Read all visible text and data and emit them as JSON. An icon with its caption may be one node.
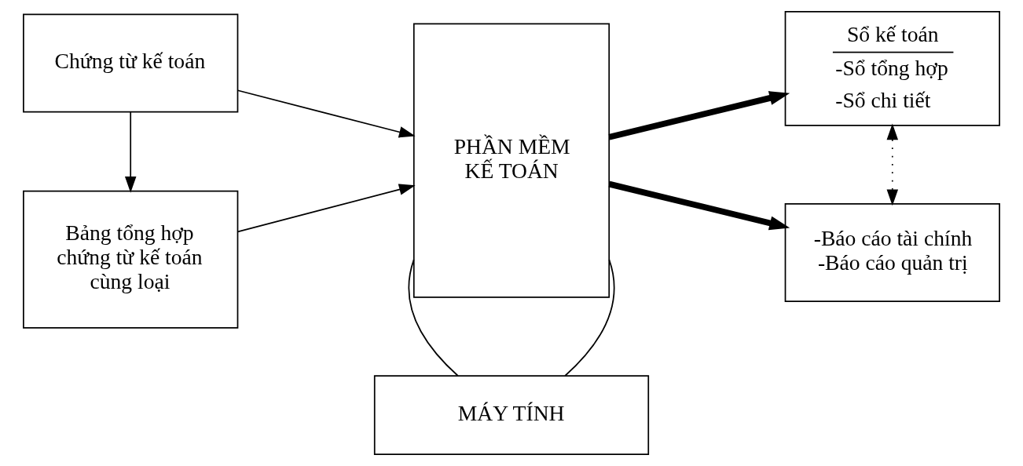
{
  "diagram": {
    "nodes": [
      {
        "text": [
          "Chứng từ kế toán"
        ]
      },
      {
        "text": [
          "Bảng tổng hợp chứng từ kế toán cùng loại"
        ]
      },
      {
        "text": [
          "PHẦN MỀM KẾ TOÁN"
        ]
      },
      {
        "text": [
          "Sổ kế toán",
          "-Sổ tổng hợp",
          "-Sổ chi tiết"
        ]
      },
      {
        "text": [
          "-Báo cáo tài chính",
          "-Báo cáo quản trị"
        ]
      },
      {
        "text": [
          "MÁY TÍNH"
        ]
      }
    ],
    "edges": [
      {
        "from": 0,
        "to": 2,
        "arrow": "to"
      },
      {
        "from": 0,
        "to": 1,
        "arrow": "to"
      },
      {
        "from": 1,
        "to": 2,
        "arrow": "to"
      },
      {
        "from": 2,
        "to": 3,
        "arrow": "to",
        "style": "thick"
      },
      {
        "from": 2,
        "to": 4,
        "arrow": "to",
        "style": "thick"
      },
      {
        "from": 3,
        "to": 4,
        "arrow": "both",
        "style": "dashed"
      },
      {
        "from": 2,
        "to": 5,
        "arrow": "none"
      },
      {
        "from": 2,
        "to": 5,
        "arrow": "none"
      }
    ]
  }
}
